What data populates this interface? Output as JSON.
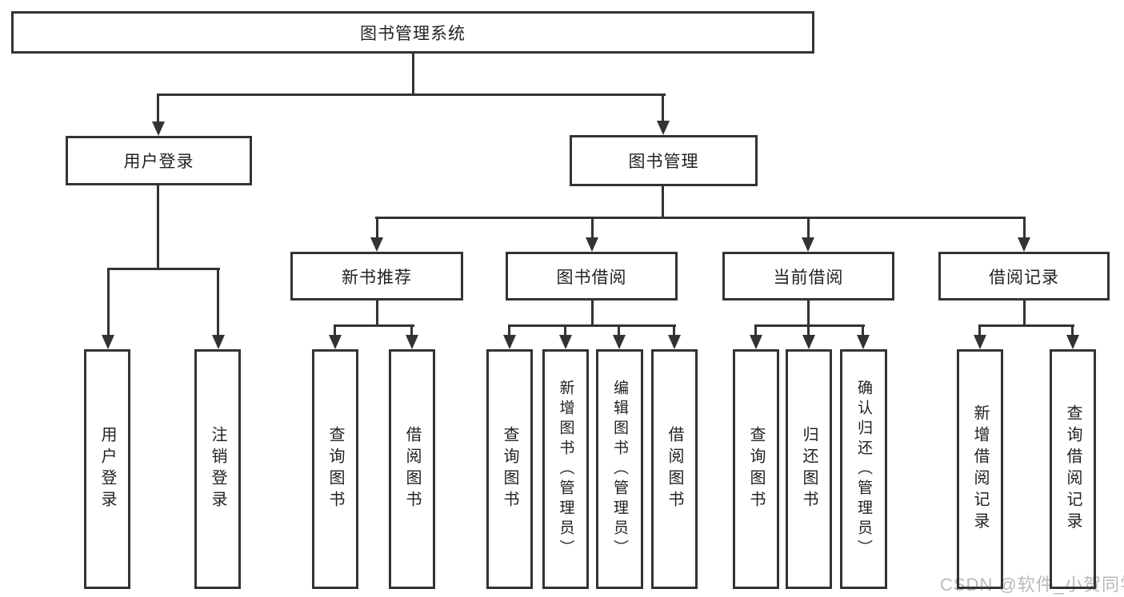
{
  "tree": {
    "root": {
      "label": "图书管理系统",
      "children": [
        {
          "label": "用户登录",
          "children": [
            {
              "label": "用户登录"
            },
            {
              "label": "注销登录"
            }
          ]
        },
        {
          "label": "图书管理",
          "children": [
            {
              "label": "新书推荐",
              "children": [
                {
                  "label": "查询图书"
                },
                {
                  "label": "借阅图书"
                }
              ]
            },
            {
              "label": "图书借阅",
              "children": [
                {
                  "label": "查询图书"
                },
                {
                  "label": "新增图书（管理员）"
                },
                {
                  "label": "编辑图书（管理员）"
                },
                {
                  "label": "借阅图书"
                }
              ]
            },
            {
              "label": "当前借阅",
              "children": [
                {
                  "label": "查询图书"
                },
                {
                  "label": "归还图书"
                },
                {
                  "label": "确认归还（管理员）"
                }
              ]
            },
            {
              "label": "借阅记录",
              "children": [
                {
                  "label": "新增借阅记录"
                },
                {
                  "label": "查询借阅记录"
                }
              ]
            }
          ]
        }
      ]
    }
  },
  "watermark": "CSDN @软件_小贺同学",
  "colors": {
    "line": "#333333",
    "text": "#222222",
    "watermark": "#b9b9b9",
    "background": "#ffffff"
  }
}
